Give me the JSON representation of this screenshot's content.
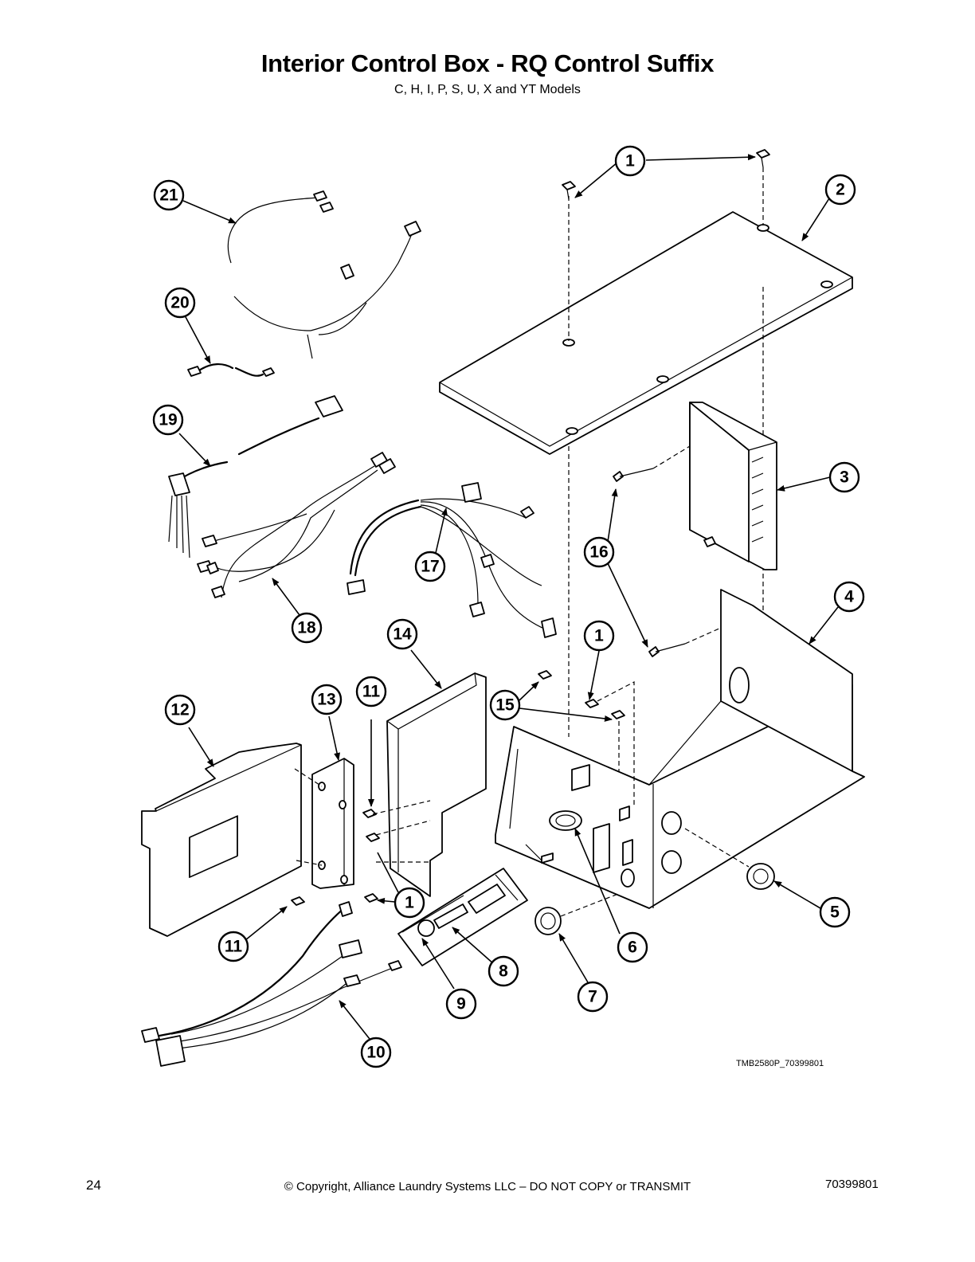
{
  "header": {
    "title": "Interior Control Box - RQ Control Suffix",
    "subtitle": "C, H, I, P, S, U, X and YT Models"
  },
  "drawing_id": "TMB2580P_70399801",
  "callouts": [
    "1",
    "2",
    "3",
    "4",
    "5",
    "6",
    "7",
    "8",
    "9",
    "10",
    "11",
    "12",
    "13",
    "14",
    "15",
    "16",
    "17",
    "18",
    "19",
    "20",
    "21"
  ],
  "footer": {
    "page_number": "24",
    "copyright": "© Copyright, Alliance Laundry Systems LLC – DO NOT COPY or TRANSMIT",
    "doc_number": "70399801"
  }
}
